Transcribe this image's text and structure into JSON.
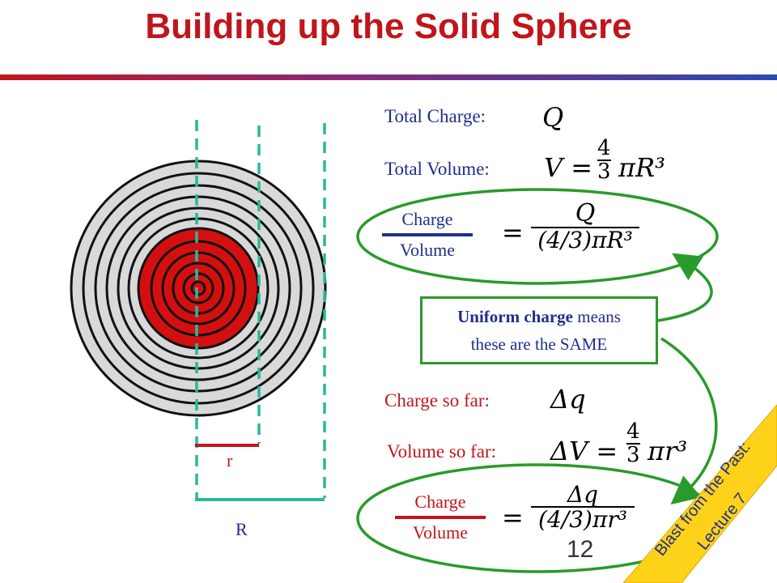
{
  "title": "Building up the Solid Sphere",
  "labels": {
    "total_charge": "Total Charge:",
    "total_volume": "Total Volume:",
    "charge_so_far": "Charge so far:",
    "volume_so_far": "Volume so far:",
    "charge": "Charge",
    "volume": "Volume",
    "r_small": "r",
    "r_big": "R"
  },
  "math": {
    "Q": "Q",
    "V_eq": "V =",
    "four": "4",
    "three": "3",
    "pi_R3": "πR³",
    "pi_r3": "πr³",
    "eq": "=",
    "Q_num": "Q",
    "den_R": "(4/3)πR³",
    "dq": "Δq",
    "dV_eq": "ΔV =",
    "den_r": "(4/3)πr³"
  },
  "callout": {
    "bold": "Uniform charge",
    "rest": " means",
    "line2": "these are the SAME"
  },
  "banner": {
    "line1": "Blast from the Past:",
    "line2": "Lecture 7"
  },
  "slide_number": "12",
  "colors": {
    "title_red": "#c0161b",
    "label_blue": "#1f2e8c",
    "green": "#2a9a2a",
    "teal": "#2ab89a",
    "shell_gray": "#d9d9d9",
    "core_red": "#d40f0f",
    "banner_yellow": "#ffd21a"
  }
}
